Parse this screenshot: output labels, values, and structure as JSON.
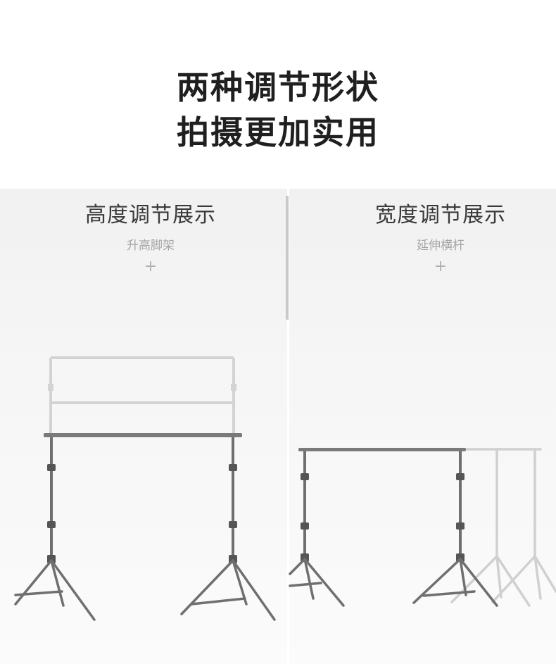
{
  "header": {
    "line1": "两种调节形状",
    "line2": "拍摄更加实用"
  },
  "left_panel": {
    "title": "高度调节展示",
    "subtitle": "升高脚架",
    "plus": "+"
  },
  "right_panel": {
    "title": "宽度调节展示",
    "subtitle": "延伸横杆",
    "plus": "+"
  },
  "colors": {
    "headline": "#1f1f1f",
    "panel_title": "#3a3a3a",
    "panel_subtitle": "#a5a5a5",
    "stand_metal": "#6f6f6f",
    "ghost_metal": "#cfcfcf"
  }
}
